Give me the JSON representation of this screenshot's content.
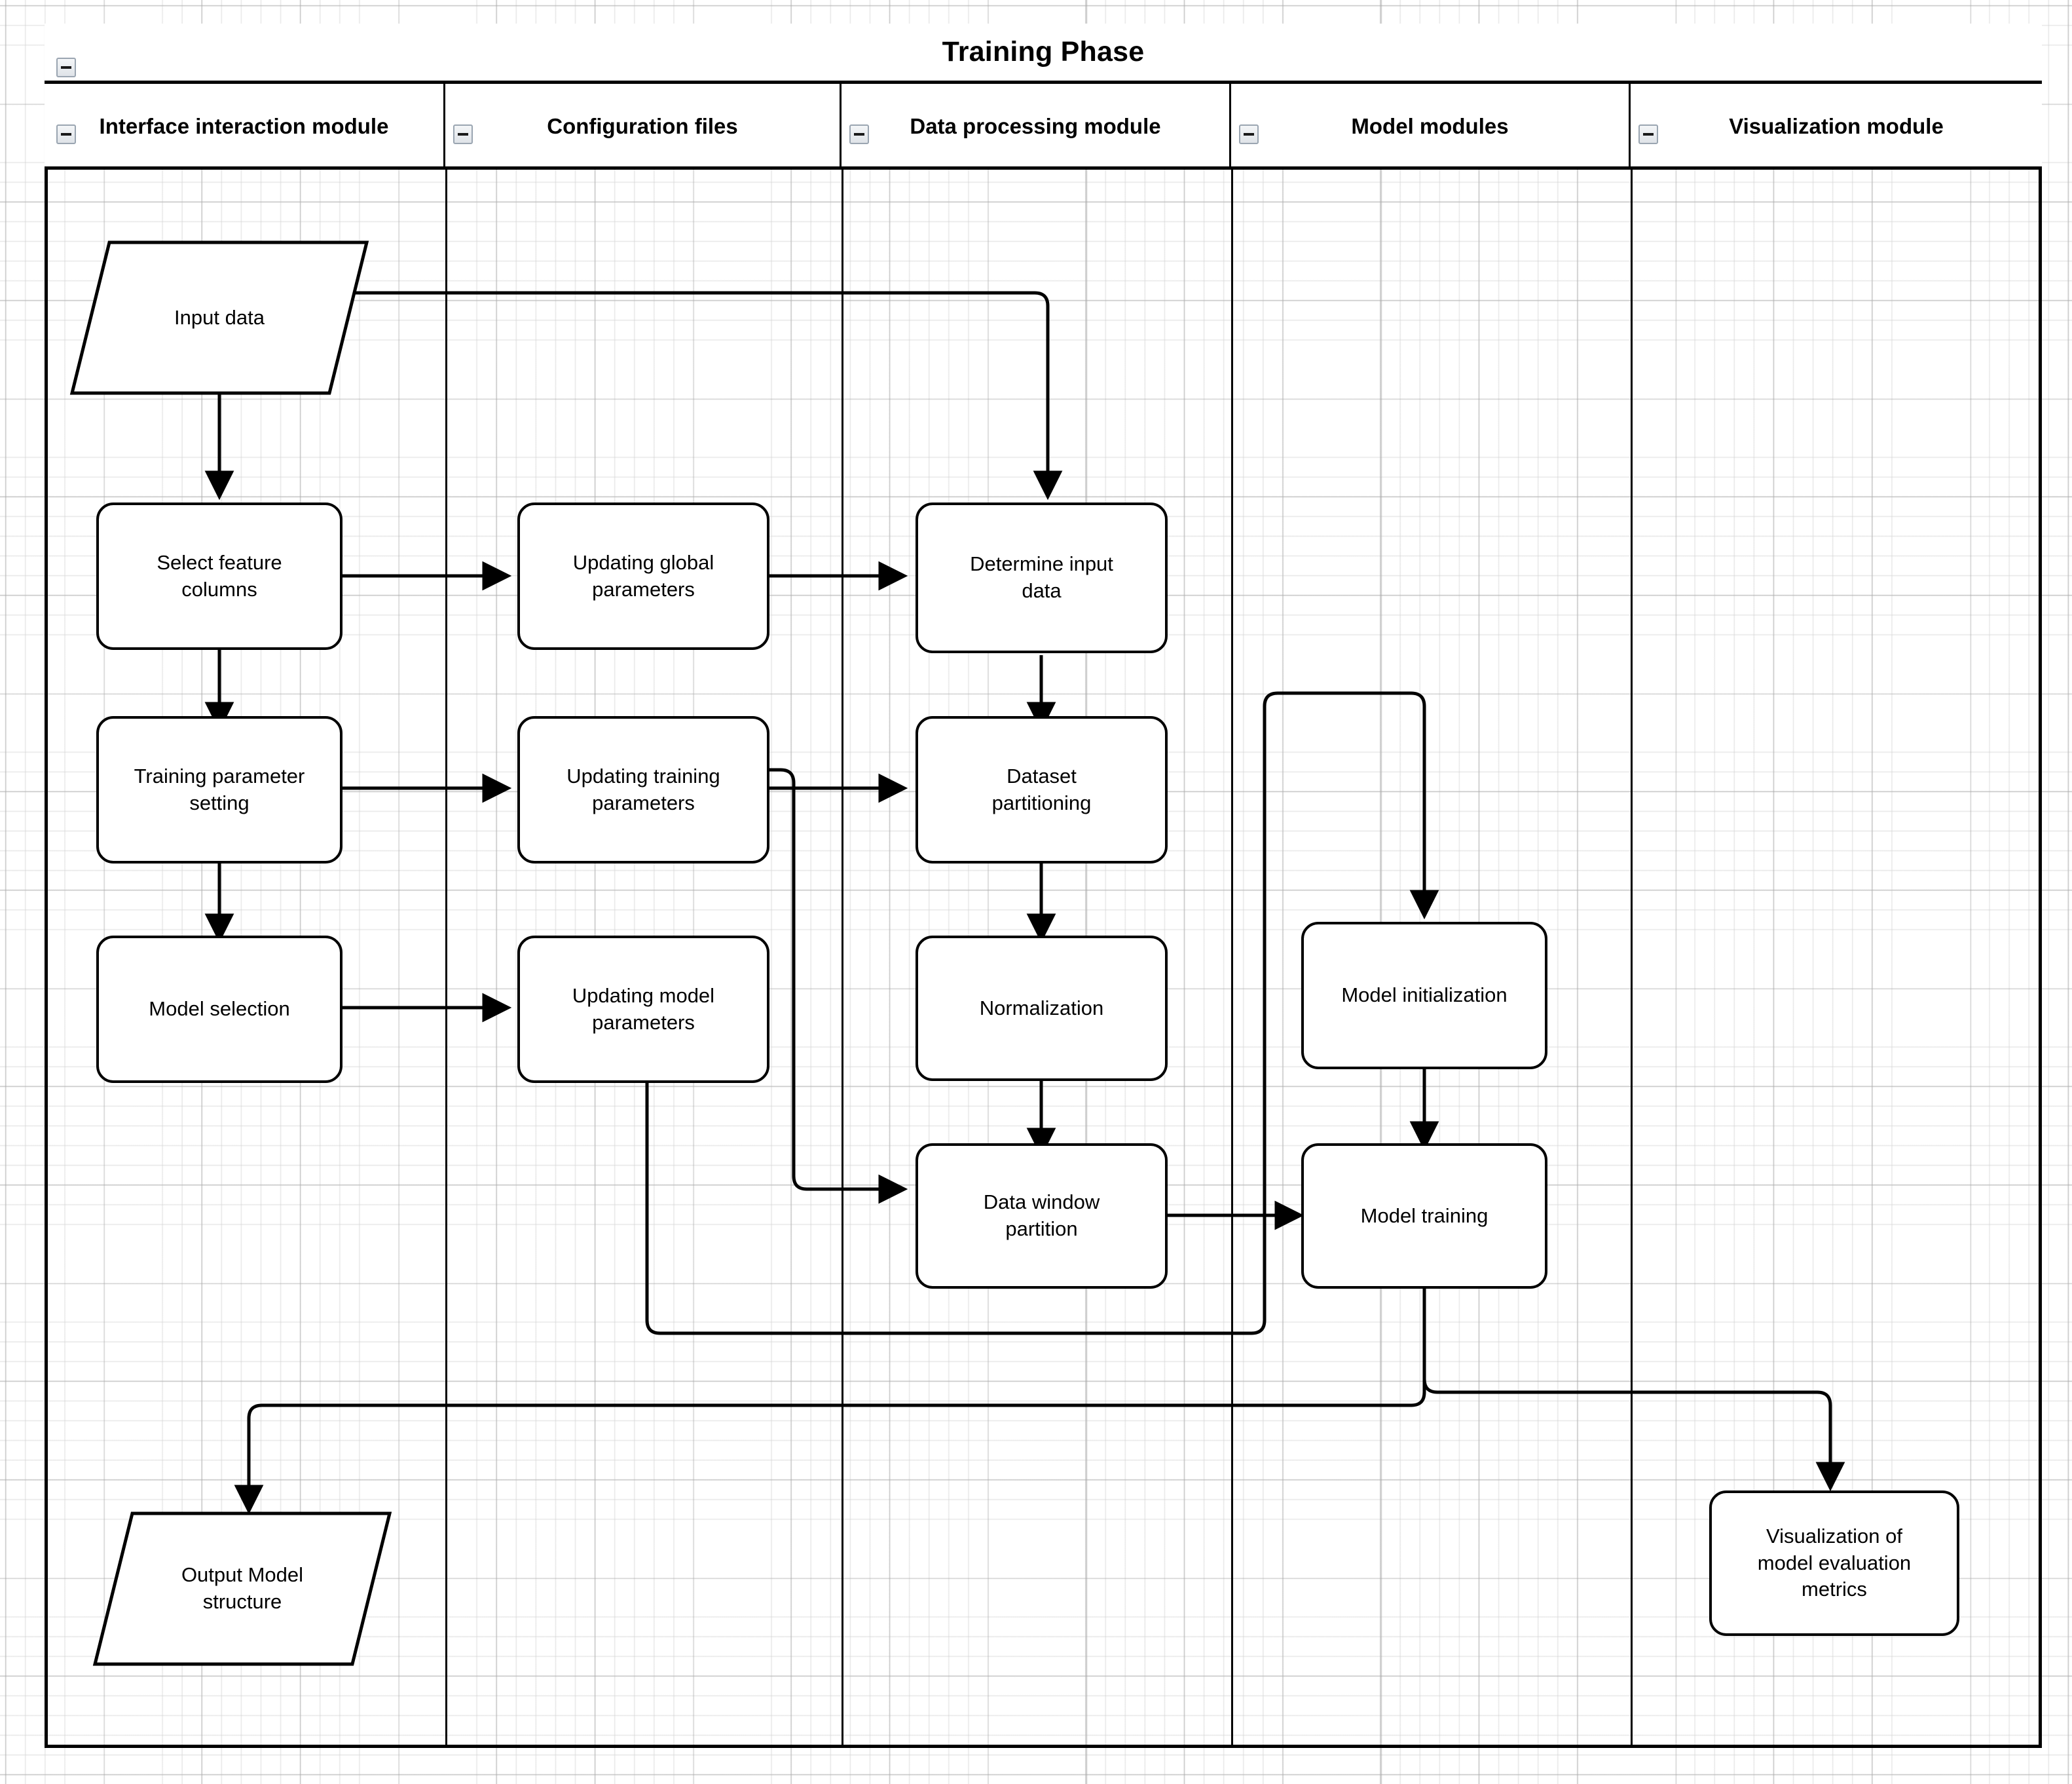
{
  "diagram": {
    "pool_title": "Training Phase",
    "collapse_icon": "minus-collapse-icon",
    "lanes": [
      {
        "id": "interface",
        "label": "Interface interaction\nmodule"
      },
      {
        "id": "configuration",
        "label": "Configuration files"
      },
      {
        "id": "dataproc",
        "label": "Data processing module"
      },
      {
        "id": "model",
        "label": "Model modules"
      },
      {
        "id": "visualization",
        "label": "Visualization module"
      }
    ],
    "nodes": [
      {
        "id": "input-data",
        "label": "Input data",
        "lane": "interface",
        "shape": "parallelogram"
      },
      {
        "id": "select-feature",
        "label": "Select feature\ncolumns",
        "lane": "interface",
        "shape": "rounded-rect"
      },
      {
        "id": "training-param",
        "label": "Training parameter\nsetting",
        "lane": "interface",
        "shape": "rounded-rect"
      },
      {
        "id": "model-selection",
        "label": "Model selection",
        "lane": "interface",
        "shape": "rounded-rect"
      },
      {
        "id": "output-model",
        "label": "Output Model\nstructure",
        "lane": "interface",
        "shape": "parallelogram"
      },
      {
        "id": "update-global",
        "label": "Updating global\nparameters",
        "lane": "configuration",
        "shape": "rounded-rect"
      },
      {
        "id": "update-training",
        "label": "Updating training\nparameters",
        "lane": "configuration",
        "shape": "rounded-rect"
      },
      {
        "id": "update-model",
        "label": "Updating model\nparameters",
        "lane": "configuration",
        "shape": "rounded-rect"
      },
      {
        "id": "determine-input",
        "label": "Determine input\ndata",
        "lane": "dataproc",
        "shape": "rounded-rect"
      },
      {
        "id": "dataset-partition",
        "label": "Dataset\npartitioning",
        "lane": "dataproc",
        "shape": "rounded-rect"
      },
      {
        "id": "normalization",
        "label": "Normalization",
        "lane": "dataproc",
        "shape": "rounded-rect"
      },
      {
        "id": "data-window",
        "label": "Data window\npartition",
        "lane": "dataproc",
        "shape": "rounded-rect"
      },
      {
        "id": "model-init",
        "label": "Model initialization",
        "lane": "model",
        "shape": "rounded-rect"
      },
      {
        "id": "model-training",
        "label": "Model training",
        "lane": "model",
        "shape": "rounded-rect"
      },
      {
        "id": "visualization-metrics",
        "label": "Visualization of\nmodel evaluation\nmetrics",
        "lane": "visualization",
        "shape": "rounded-rect"
      }
    ],
    "edges": [
      {
        "from": "input-data",
        "to": "select-feature"
      },
      {
        "from": "input-data",
        "to": "determine-input"
      },
      {
        "from": "select-feature",
        "to": "update-global"
      },
      {
        "from": "select-feature",
        "to": "training-param"
      },
      {
        "from": "update-global",
        "to": "determine-input"
      },
      {
        "from": "training-param",
        "to": "update-training"
      },
      {
        "from": "training-param",
        "to": "model-selection"
      },
      {
        "from": "update-training",
        "to": "dataset-partition"
      },
      {
        "from": "update-training",
        "to": "data-window"
      },
      {
        "from": "model-selection",
        "to": "update-model"
      },
      {
        "from": "update-model",
        "to": "model-init"
      },
      {
        "from": "determine-input",
        "to": "dataset-partition"
      },
      {
        "from": "dataset-partition",
        "to": "normalization"
      },
      {
        "from": "normalization",
        "to": "data-window"
      },
      {
        "from": "data-window",
        "to": "model-training"
      },
      {
        "from": "model-init",
        "to": "model-training"
      },
      {
        "from": "model-training",
        "to": "output-model"
      },
      {
        "from": "model-training",
        "to": "visualization-metrics"
      }
    ],
    "colors": {
      "stroke": "#000000",
      "fill": "#ffffff",
      "grid_minor": "#d2d2d2",
      "grid_major": "#aaaaaa"
    }
  }
}
